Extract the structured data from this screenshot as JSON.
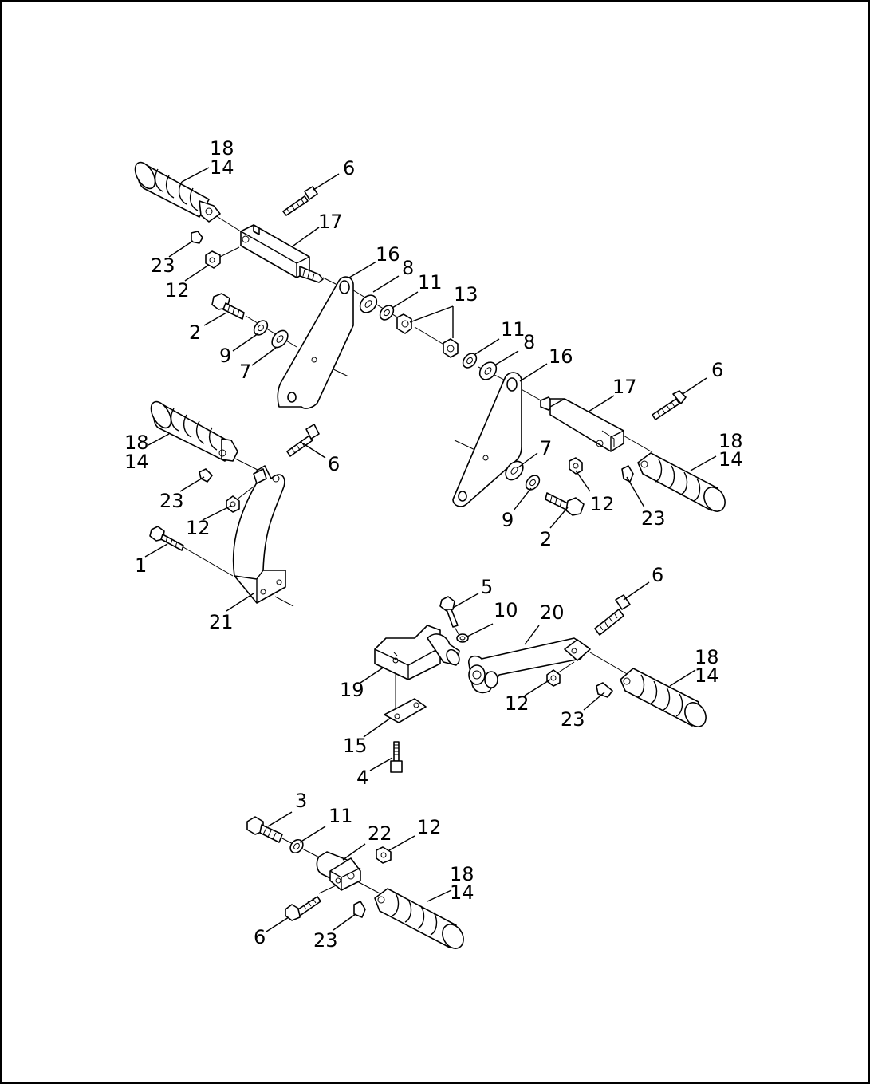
{
  "diagram": {
    "callouts": [
      {
        "id": "c-18-a",
        "text": "18"
      },
      {
        "id": "c-14-a",
        "text": "14"
      },
      {
        "id": "c-6-a",
        "text": "6"
      },
      {
        "id": "c-17-a",
        "text": "17"
      },
      {
        "id": "c-23-a",
        "text": "23"
      },
      {
        "id": "c-16-a",
        "text": "16"
      },
      {
        "id": "c-8-a",
        "text": "8"
      },
      {
        "id": "c-12-a",
        "text": "12"
      },
      {
        "id": "c-11-a",
        "text": "11"
      },
      {
        "id": "c-13",
        "text": "13"
      },
      {
        "id": "c-2-a",
        "text": "2"
      },
      {
        "id": "c-9-a",
        "text": "9"
      },
      {
        "id": "c-7-a",
        "text": "7"
      },
      {
        "id": "c-11-b",
        "text": "11"
      },
      {
        "id": "c-8-b",
        "text": "8"
      },
      {
        "id": "c-16-b",
        "text": "16"
      },
      {
        "id": "c-6-b",
        "text": "6"
      },
      {
        "id": "c-17-b",
        "text": "17"
      },
      {
        "id": "c-18-b",
        "text": "18"
      },
      {
        "id": "c-14-b",
        "text": "14"
      },
      {
        "id": "c-6-c",
        "text": "6"
      },
      {
        "id": "c-18-c",
        "text": "18"
      },
      {
        "id": "c-14-c",
        "text": "14"
      },
      {
        "id": "c-7-b",
        "text": "7"
      },
      {
        "id": "c-23-b",
        "text": "23"
      },
      {
        "id": "c-12-b",
        "text": "12"
      },
      {
        "id": "c-12-c",
        "text": "12"
      },
      {
        "id": "c-23-c",
        "text": "23"
      },
      {
        "id": "c-9-b",
        "text": "9"
      },
      {
        "id": "c-2-b",
        "text": "2"
      },
      {
        "id": "c-1",
        "text": "1"
      },
      {
        "id": "c-21",
        "text": "21"
      },
      {
        "id": "c-6-d",
        "text": "6"
      },
      {
        "id": "c-5",
        "text": "5"
      },
      {
        "id": "c-10",
        "text": "10"
      },
      {
        "id": "c-20",
        "text": "20"
      },
      {
        "id": "c-18-d",
        "text": "18"
      },
      {
        "id": "c-14-d",
        "text": "14"
      },
      {
        "id": "c-19",
        "text": "19"
      },
      {
        "id": "c-12-d",
        "text": "12"
      },
      {
        "id": "c-23-d",
        "text": "23"
      },
      {
        "id": "c-15",
        "text": "15"
      },
      {
        "id": "c-4",
        "text": "4"
      },
      {
        "id": "c-3",
        "text": "3"
      },
      {
        "id": "c-11-c",
        "text": "11"
      },
      {
        "id": "c-22",
        "text": "22"
      },
      {
        "id": "c-12-e",
        "text": "12"
      },
      {
        "id": "c-18-e",
        "text": "18"
      },
      {
        "id": "c-14-e",
        "text": "14"
      },
      {
        "id": "c-6-e",
        "text": "6"
      },
      {
        "id": "c-23-e",
        "text": "23"
      }
    ]
  }
}
